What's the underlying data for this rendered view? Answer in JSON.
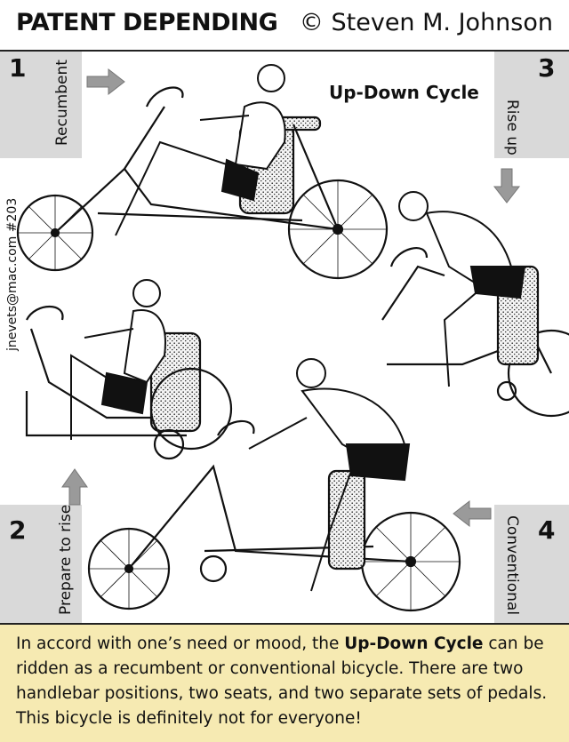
{
  "header": {
    "title": "PATENT DEPENDING",
    "copyright": "© Steven M. Johnson"
  },
  "panels": {
    "p1": {
      "number": "1",
      "label": "Recumbent"
    },
    "p2": {
      "number": "2",
      "label": "Prepare to rise"
    },
    "p3": {
      "number": "3",
      "label": "Rise up"
    },
    "p4": {
      "number": "4",
      "label": "Conventional"
    }
  },
  "subtitle": "Up-Down Cycle",
  "side_credit": "jnevets@mac.com    #203",
  "caption": {
    "before": "In accord with one’s need or mood, the ",
    "bold": "Up-Down Cycle",
    "after": " can be ridden as a recumbent or conventional bicycle. There are two handlebar positions, two seats, and two separate sets of pedals. This bicycle is definitely not for everyone!"
  },
  "colors": {
    "corner_gray": "#d9d9d9",
    "arrow_gray": "#9a9a9a",
    "caption_bg": "#f6eab2"
  }
}
